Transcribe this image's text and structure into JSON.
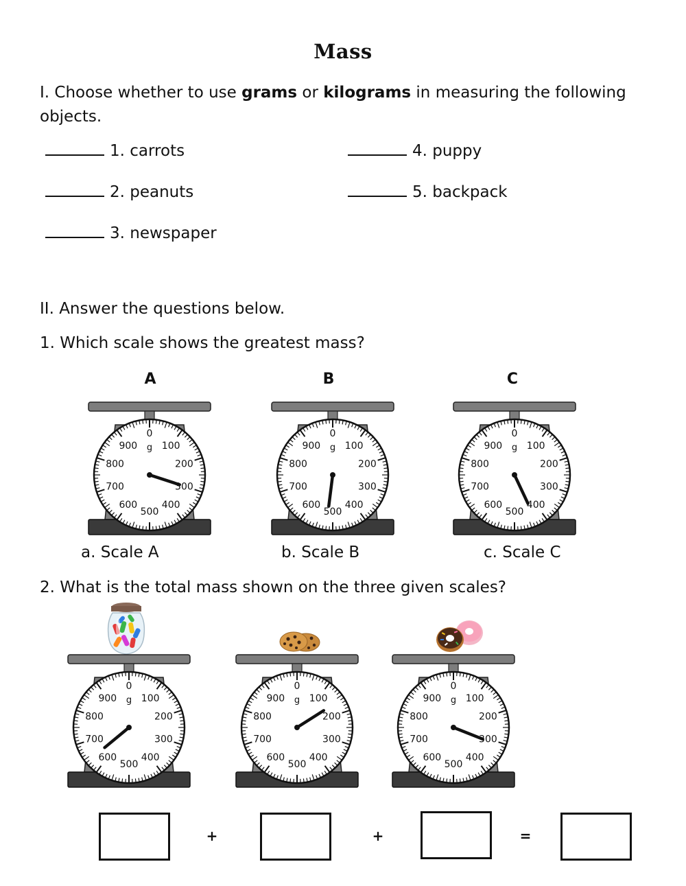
{
  "title": "Mass",
  "part1": {
    "prompt_start": "I. Choose whether to use ",
    "word_grams": "grams",
    "word_or": " or ",
    "word_kilograms": "kilograms",
    "prompt_end": " in measuring the following objects.",
    "items": [
      "1. carrots",
      "2. peanuts",
      "3. newspaper",
      "4. puppy",
      "5. backpack"
    ]
  },
  "part2": {
    "heading": "II. Answer the questions below.",
    "q1": "1. Which scale shows the greatest mass?",
    "scale_letters": [
      "A",
      "B",
      "C"
    ],
    "choices": [
      "a. Scale A",
      "b. Scale B",
      "c. Scale C"
    ],
    "q2": "2.  What is the total mass shown on the three given scales?",
    "operators": [
      "+",
      "+",
      "="
    ]
  },
  "scale_dial": {
    "labels": [
      "0",
      "100",
      "200",
      "300",
      "400",
      "500",
      "600",
      "700",
      "800",
      "900"
    ],
    "unit": "g",
    "max_grams": 1000
  },
  "scale_readings_grams": {
    "q1": [
      300,
      520,
      430
    ],
    "q2": [
      640,
      160,
      310
    ]
  },
  "food_items": [
    "candy-jar",
    "cookies",
    "donuts"
  ],
  "colors": {
    "scale_dark": "#3a3a3a",
    "scale_mid": "#7d7d7d",
    "scale_light": "#b8b8b8",
    "dial_face": "#ffffff"
  }
}
